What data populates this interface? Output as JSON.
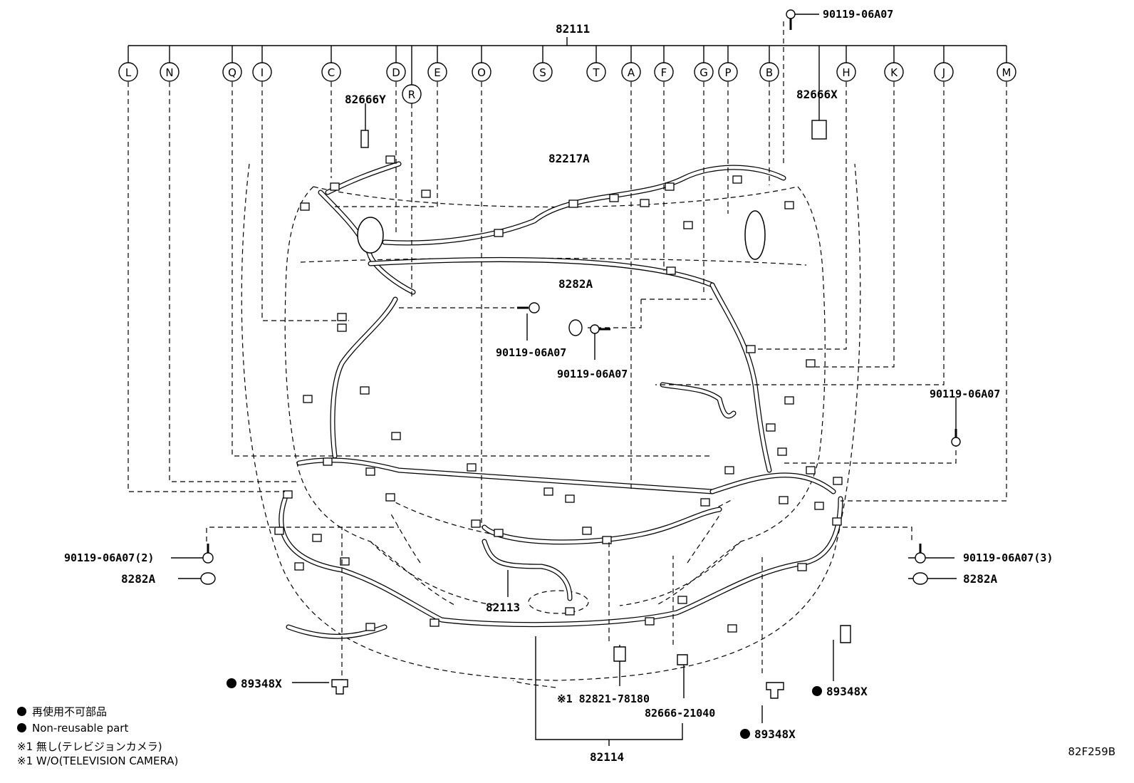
{
  "part_numbers": {
    "main_harness": "82111",
    "top_bolt": "90119-06A07",
    "wire_82217A": "82217A",
    "clip_82666Y": "82666Y",
    "clip_82666X": "82666X",
    "grommet_center": "8282A",
    "bolt_center_left": "90119-06A07",
    "bolt_center_right": "90119-06A07",
    "bolt_right": "90119-06A07",
    "bolt_left_qty": "90119-06A07(2)",
    "grommet_left": "8282A",
    "bolt_right_qty": "90119-06A07(3)",
    "grommet_right": "8282A",
    "harness_82113": "82113",
    "harness_82114": "82114",
    "clip_left": "89348X",
    "clip_right": "89348X",
    "clip_bottom": "89348X",
    "part_82821": "※1 82821-78180",
    "part_82666": "82666-21040"
  },
  "callouts": [
    "L",
    "N",
    "Q",
    "I",
    "C",
    "D",
    "R",
    "E",
    "O",
    "S",
    "T",
    "A",
    "F",
    "G",
    "P",
    "B",
    "H",
    "K",
    "J",
    "M"
  ],
  "legend": {
    "jp_nonreusable": "再使用不可部品",
    "en_nonreusable": "Non-reusable part",
    "jp_note": "※1 無し(テレビジョンカメラ)",
    "en_note": "※1 W/O(TELEVISION CAMERA)"
  },
  "illustration_code": "82F259B",
  "colors": {
    "line": "#000000",
    "background": "#ffffff"
  }
}
